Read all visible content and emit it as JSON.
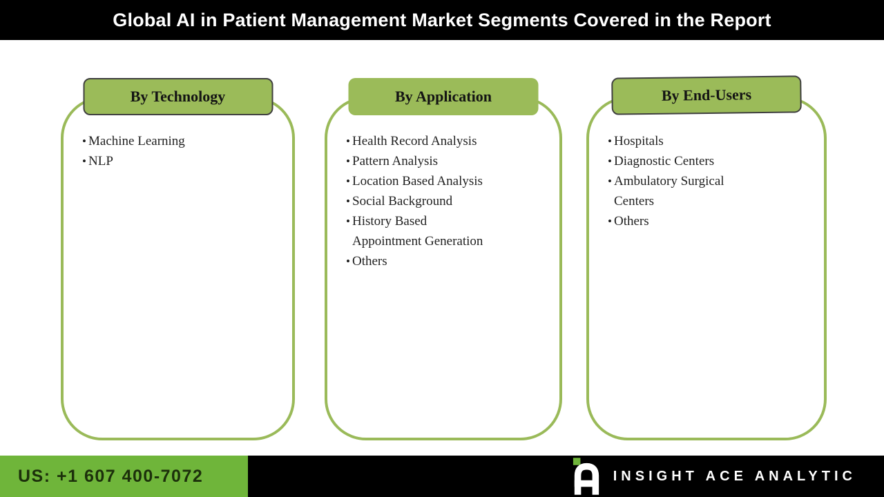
{
  "header": {
    "title": "Global AI in Patient Management Market Segments Covered in the Report"
  },
  "cards": [
    {
      "title": "By Technology",
      "items": [
        "Machine Learning",
        "NLP"
      ]
    },
    {
      "title": "By Application",
      "items": [
        "Health Record Analysis",
        "Pattern Analysis",
        "Location Based Analysis",
        "Social Background",
        "History Based\nAppointment Generation",
        "Others"
      ]
    },
    {
      "title": "By End-Users",
      "items": [
        "Hospitals",
        "Diagnostic Centers",
        "Ambulatory Surgical\nCenters",
        "Others"
      ]
    }
  ],
  "footer": {
    "phone": "US: +1 607 400-7072",
    "brand": "INSIGHT ACE ANALYTIC",
    "logo_icon": "insight-ace-a-logo"
  },
  "ui": {
    "bullet": "•"
  },
  "colors": {
    "bar_black": "#000000",
    "title_white": "#ffffff",
    "header_green": "#9bbb59",
    "border_green": "#9aba59",
    "footer_green": "#6fb53a",
    "text_dark": "#1f1f1f",
    "phone_text": "#1c300b",
    "header_outline": "#3f3f3f"
  }
}
